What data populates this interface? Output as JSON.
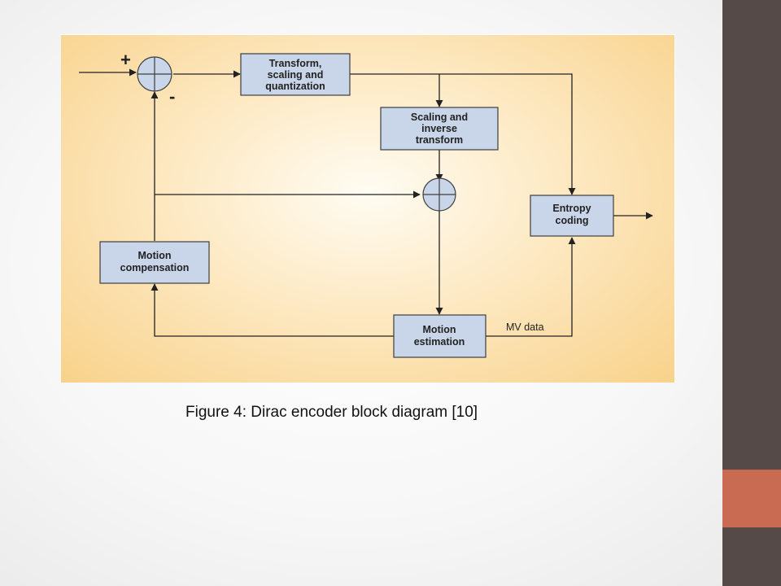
{
  "diagram": {
    "blocks": {
      "transform": [
        "Transform,",
        "scaling and",
        "quantization"
      ],
      "scaling_inverse": [
        "Scaling and",
        "inverse",
        "transform"
      ],
      "entropy": [
        "Entropy",
        "coding"
      ],
      "motion_compensation": [
        "Motion",
        "compensation"
      ],
      "motion_estimation": [
        "Motion",
        "estimation"
      ]
    },
    "signs": {
      "plus": "+",
      "minus": "-"
    },
    "edge_labels": {
      "mv_data": "MV data"
    },
    "colors": {
      "block_fill": "#c9d6e9",
      "background": "#f8d28a"
    }
  },
  "caption": "Figure 4: Dirac encoder block diagram [10]"
}
